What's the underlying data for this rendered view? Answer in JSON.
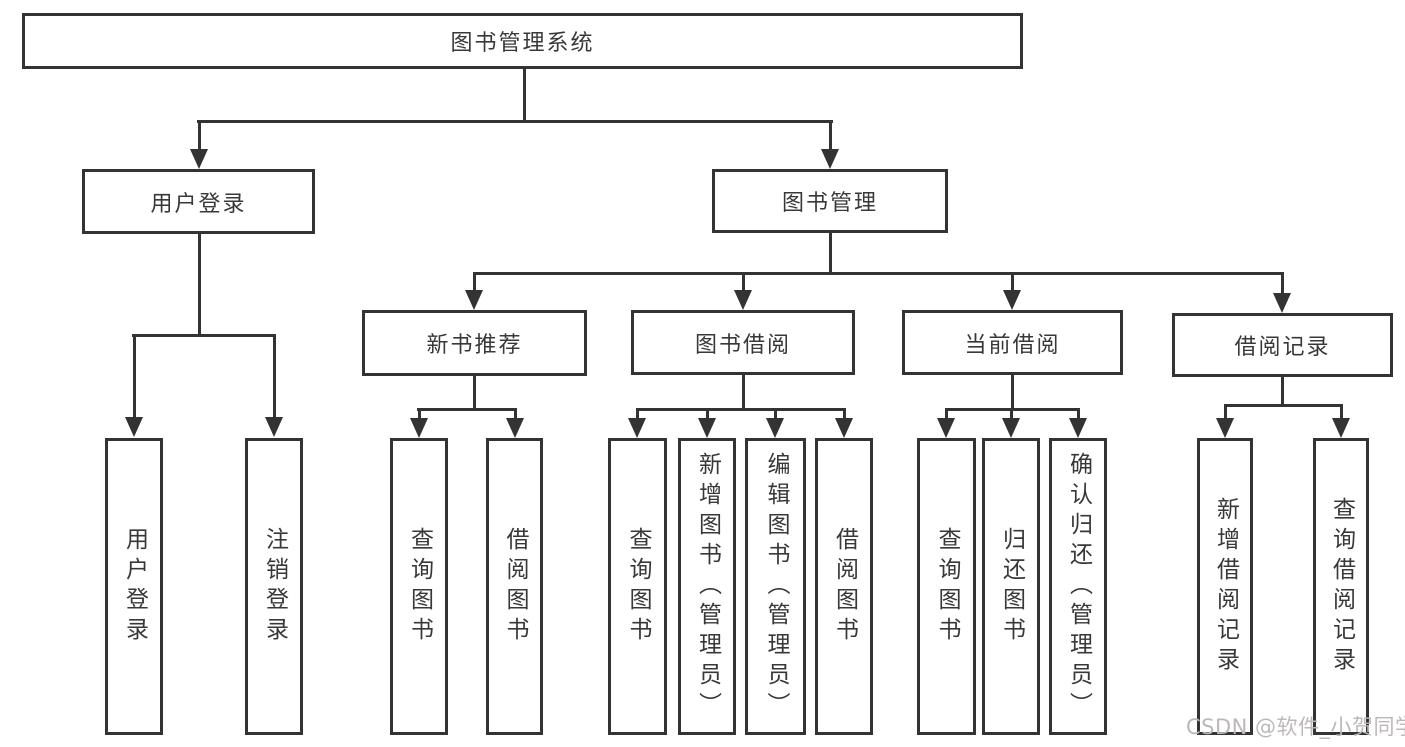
{
  "title": "图书管理系统",
  "watermark": "CSDN @软件_小贺同学",
  "colors": {
    "line": "#333333",
    "text": "#383838",
    "watermark": "#bdb8b8",
    "background": "#ffffff"
  },
  "tree": {
    "id": "root",
    "label": "图书管理系统",
    "children": [
      {
        "id": "login",
        "label": "用户登录",
        "children": [
          {
            "id": "leaf-user-login",
            "label": "用户登录"
          },
          {
            "id": "leaf-logout",
            "label": "注销登录"
          }
        ]
      },
      {
        "id": "book-mgmt",
        "label": "图书管理",
        "children": [
          {
            "id": "new-book",
            "label": "新书推荐",
            "children": [
              {
                "id": "leaf-query-books-1",
                "label": "查询图书"
              },
              {
                "id": "leaf-borrow-books-1",
                "label": "借阅图书"
              }
            ]
          },
          {
            "id": "book-borrow",
            "label": "图书借阅",
            "children": [
              {
                "id": "leaf-query-books-2",
                "label": "查询图书"
              },
              {
                "id": "leaf-add-book",
                "label": "新增图书（管理员）"
              },
              {
                "id": "leaf-edit-book",
                "label": "编辑图书（管理员）"
              },
              {
                "id": "leaf-borrow-books-2",
                "label": "借阅图书"
              }
            ]
          },
          {
            "id": "current-borrow",
            "label": "当前借阅",
            "children": [
              {
                "id": "leaf-query-books-3",
                "label": "查询图书"
              },
              {
                "id": "leaf-return-book",
                "label": "归还图书"
              },
              {
                "id": "leaf-confirm-return",
                "label": "确认归还（管理员）"
              }
            ]
          },
          {
            "id": "borrow-records",
            "label": "借阅记录",
            "children": [
              {
                "id": "leaf-add-record",
                "label": "新增借阅记录"
              },
              {
                "id": "leaf-query-record",
                "label": "查询借阅记录"
              }
            ]
          }
        ]
      }
    ]
  }
}
